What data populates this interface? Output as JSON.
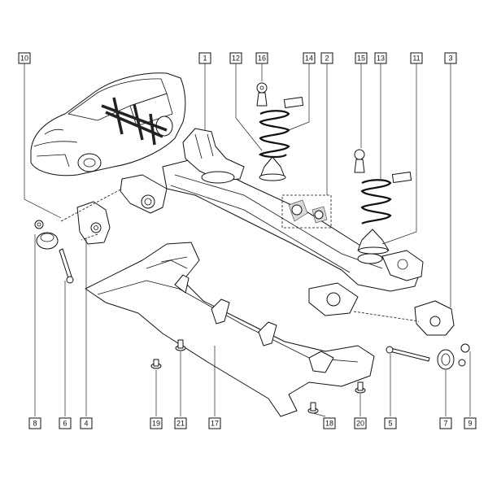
{
  "callouts": [
    {
      "id": "c10",
      "label": "10"
    },
    {
      "id": "c1",
      "label": "1"
    },
    {
      "id": "c12",
      "label": "12"
    },
    {
      "id": "c16a",
      "label": "16"
    },
    {
      "id": "c14",
      "label": "14"
    },
    {
      "id": "c2",
      "label": "2"
    },
    {
      "id": "c15",
      "label": "15"
    },
    {
      "id": "c13",
      "label": "13"
    },
    {
      "id": "c11",
      "label": "11"
    },
    {
      "id": "c3",
      "label": "3"
    },
    {
      "id": "c8",
      "label": "8"
    },
    {
      "id": "c6",
      "label": "6"
    },
    {
      "id": "c4",
      "label": "4"
    },
    {
      "id": "c19",
      "label": "19"
    },
    {
      "id": "c21",
      "label": "21"
    },
    {
      "id": "c17",
      "label": "17"
    },
    {
      "id": "c18",
      "label": "18"
    },
    {
      "id": "c20",
      "label": "20"
    },
    {
      "id": "c5",
      "label": "5"
    },
    {
      "id": "c7",
      "label": "7"
    },
    {
      "id": "c9",
      "label": "9"
    }
  ]
}
